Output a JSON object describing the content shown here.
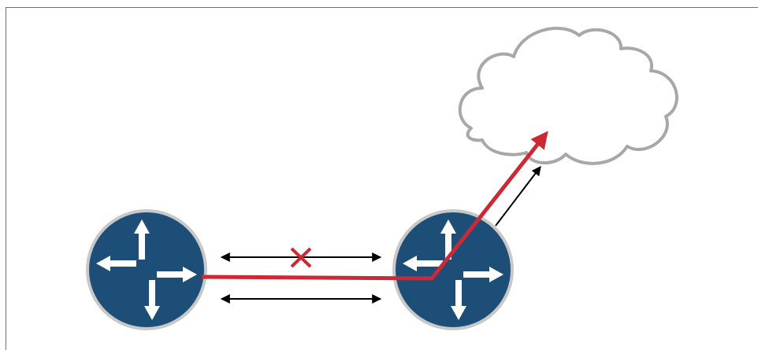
{
  "diagram": {
    "colors": {
      "router_fill": "#1d4e78",
      "router_ring": "#c8c8c8",
      "router_arrow": "#ffffff",
      "cloud_stroke": "#a8a8a8",
      "red_path": "#cc2936",
      "link_arrow": "#000000",
      "failure_mark": "#cc2936",
      "frame": "#6f6f6f"
    },
    "nodes": [
      {
        "id": "router-left",
        "type": "router",
        "icon": "router-icon"
      },
      {
        "id": "router-right",
        "type": "router",
        "icon": "router-icon"
      },
      {
        "id": "cloud",
        "type": "network-cloud",
        "icon": "cloud-icon"
      }
    ],
    "links": [
      {
        "from": "router-left",
        "to": "router-right",
        "bidirectional": true,
        "failed": true,
        "marker": "x-icon"
      },
      {
        "from": "router-left",
        "to": "router-right",
        "bidirectional": true,
        "failed": false
      },
      {
        "from": "router-right",
        "to": "cloud",
        "bidirectional": false,
        "failed": false
      }
    ],
    "highlighted_path": {
      "nodes": [
        "router-left",
        "router-right",
        "cloud"
      ],
      "color": "#cc2936"
    }
  }
}
